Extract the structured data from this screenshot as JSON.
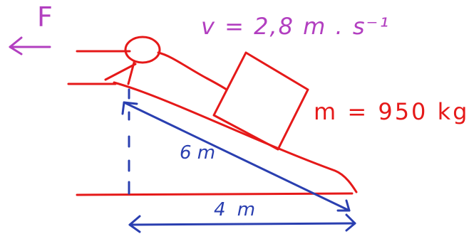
{
  "labels": {
    "force": "F",
    "velocity": "v = 2,8 m . s⁻¹",
    "mass": "m = 950 kg",
    "slope_length": "6 m",
    "base_length": "4 m"
  },
  "colors": {
    "structure": "#e51919",
    "force_annotation": "#b23fc0",
    "dimension": "#2a3fb0",
    "height_dash": "#2a3fb0"
  }
}
